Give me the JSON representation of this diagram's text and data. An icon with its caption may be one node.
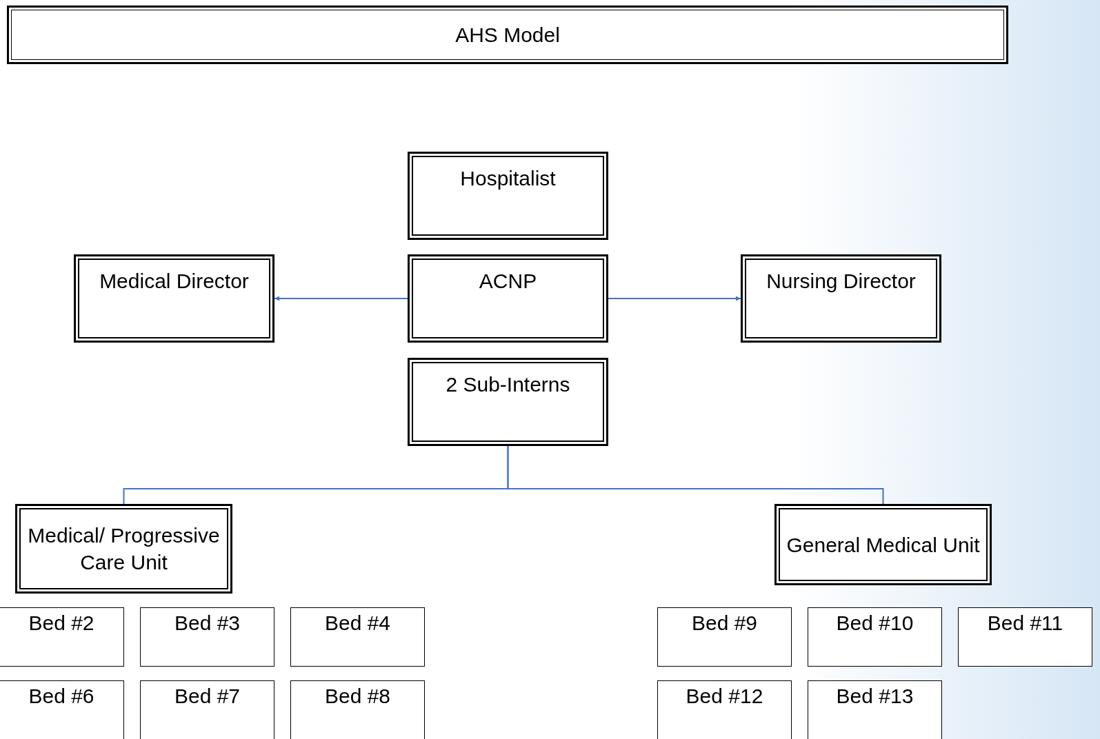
{
  "diagram": {
    "title": "AHS Model",
    "nodes": [
      {
        "text": [
          "Hospitalist"
        ]
      },
      {
        "text": [
          "Medical Director"
        ]
      },
      {
        "text": [
          "ACNP"
        ]
      },
      {
        "text": [
          "Nursing Director"
        ]
      },
      {
        "text": [
          "2 Sub-Interns"
        ]
      },
      {
        "text": [
          "Medical/ Progressive Care Unit"
        ]
      },
      {
        "text": [
          "General Medical Unit"
        ]
      },
      {
        "text": [
          "Bed #2"
        ]
      },
      {
        "text": [
          "Bed #3"
        ]
      },
      {
        "text": [
          "Bed #4"
        ]
      },
      {
        "text": [
          "Bed #9"
        ]
      },
      {
        "text": [
          "Bed #10"
        ]
      },
      {
        "text": [
          "Bed #11"
        ]
      },
      {
        "text": [
          "Bed #6"
        ]
      },
      {
        "text": [
          "Bed #7"
        ]
      },
      {
        "text": [
          "Bed #8"
        ]
      },
      {
        "text": [
          "Bed #12"
        ]
      },
      {
        "text": [
          "Bed #13"
        ]
      }
    ],
    "edges": [
      {
        "from": 2,
        "to": 1,
        "arrow": "to"
      },
      {
        "from": 2,
        "to": 3,
        "arrow": "to"
      },
      {
        "from": 4,
        "to": 5,
        "arrow": "none"
      },
      {
        "from": 4,
        "to": 6,
        "arrow": "none"
      }
    ]
  }
}
